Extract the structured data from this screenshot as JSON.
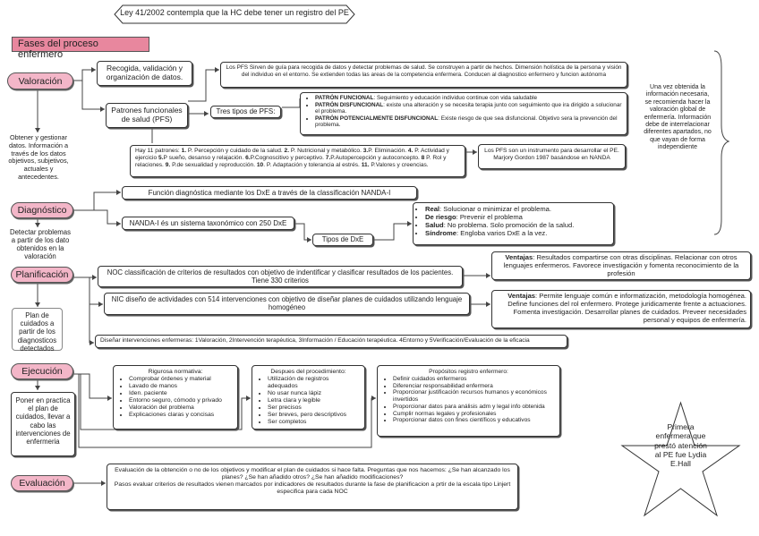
{
  "banner": "Ley 41/2002 contempla que la HC debe tener un registro del PE",
  "title": "Fases del proceso enfermero",
  "colors": {
    "pill": "#f3b6c8",
    "title_bg": "#e8879e",
    "line": "#444444"
  },
  "side_note": "Una vez obtenida la información necesaria, se recomienda hacer la valoración global de enfermería. Información debe de interrelacionar diferentes apartados, no que vayan de forma independiente",
  "star_note": "Primera enfermera que prestó atención al PE fue Lydia E.Hall",
  "valoracion": {
    "label": "Valoración",
    "desc": "Obtener y gestionar datos. Información a través de los datos objetivos, subjetivos, actuales y antecedentes.",
    "recogida": "Recogida, validación y organización de datos.",
    "pfs": "Patrones funcionales de salud (PFS)",
    "pfs_info": "Los PFS Sirven de guía para recogida de datos y detectar problemas de salud. Se construyen a partir de hechos. Dimensión holística de la persona y visión del individuo en el entorno. Se extienden todas las areas de la competencia enfermera. Conducen al diagnostico enfermero y funcion autónoma",
    "tres_tipos": "Tres tipos de PFS:",
    "tipos": [
      {
        "b": "PATRÓN FUNCIONAL",
        "t": ": Seguimiento y educación individuo continue con vida saludable"
      },
      {
        "b": "PATRÓN DISFUNCIONAL",
        "t": ": existe una alteración y se necesita terapia junto con seguimiento que ira dirigido a solucionar el problema."
      },
      {
        "b": "PATRÓN POTENCIALMENTE DISFUNCIONAL",
        "t": ": Existe riesgo de que sea disfuncional. Objetivo sera la prevención del problema."
      }
    ],
    "patrones_intro": "Hay 11 patrones: ",
    "patrones": [
      {
        "n": "1.",
        "t": " P. Percepción y cuidado de la salud. "
      },
      {
        "n": "2.",
        "t": " P. Nutricional y metabólico. "
      },
      {
        "n": "3.",
        "t": "P. Eliminación. "
      },
      {
        "n": "4.",
        "t": " P. Actividad y ejercicio "
      },
      {
        "n": "5.",
        "t": "P sueño, desanso y relajación. "
      },
      {
        "n": "6.",
        "t": "P.Cognoscitivo y perceptivo. "
      },
      {
        "n": "7.",
        "t": "P.Autopercepción y autoconcepto. "
      },
      {
        "n": "8",
        "t": " P. Rol y relaciones. "
      },
      {
        "n": "9.",
        "t": " P.de sexualidad y reproducción. "
      },
      {
        "n": "10",
        "t": ". P. Adaptación y tolerancia al estrés. "
      },
      {
        "n": "11.",
        "t": " P.Valores y creencias."
      }
    ],
    "gordon": "Los PFS son un instrumento para desarrollar el PE. Marjory Gordon 1987 basándose en NANDA"
  },
  "diagnostico": {
    "label": "Diagnóstico",
    "desc": "Detectar problemas a partir de los dato obtenidos en la valoración",
    "funcion": "Función diagnóstica mediante los DxE a través de la classificación NANDA-I",
    "nanda": "NANDA-I és un sistema taxonómico con 250 DxE",
    "tipos_label": "Tipos de DxE",
    "tipos": [
      {
        "b": "Real",
        "t": ": Solucionar o minimizar el problema."
      },
      {
        "b": "De riesgo",
        "t": ": Prevenir el problema"
      },
      {
        "b": "Salud",
        "t": ": No problema. Solo promoción de la salud."
      },
      {
        "b": "Síndrome",
        "t": ": Engloba varios DxE a la vez."
      }
    ]
  },
  "planificacion": {
    "label": "Planificación",
    "desc": "Plan de cuidados a partir de los diagnosticos detectados",
    "noc": "NOC classificación de criterios de resultados con objetivo de indentificar y clasificar resultados de los pacientes. Tiene 330 criterios",
    "noc_vent_b": "Ventajas",
    "noc_vent": ": Resultados compartirse con otras disciplinas. Relacionar con otros lenguajes enfermeros. Favorece investigación y fomenta reconocimiento de la profesión",
    "nic": "NIC diseño de actividades con 514 intervenciones con objetivo de diseñar planes de cuidados utilizando lenguaje homogéneo",
    "nic_vent_b": "Ventajas",
    "nic_vent": ": Permite lenguaje común e informatización, metodología homogénea. Define funciones del rol enfermero. Protege juridicamente frente a actuaciones. Fomenta investigación. Desarrollar planes de cuidados. Preveer necesidades personal y equipos de enfermería.",
    "disenar": "Diseñar intervenciones enfermeras: 1Valoración, 2Intervención terapéutica, 3Información / Educación terapéutica. 4Entorno y 5Verificación/Evaluación de la eficacia"
  },
  "ejecucion": {
    "label": "Ejecución",
    "desc": "Poner en practica el plan de cuidados, llevar a cabo las intervenciones de enfermeria",
    "rigurosa_title": "Rigurosa normativa:",
    "rigurosa": [
      "Comprobar órdenes y material",
      "Lavado de manos",
      "Iden. paciente",
      "Entorno seguro, cómodo y privado",
      "Valoración del problema",
      "Explicaciones claras y concisas"
    ],
    "despues_title": "Despues del procedimiento:",
    "despues": [
      "Utilización de registros adequados",
      "No usar nunca lápiz",
      "Letra clara y legible",
      "Ser precisos",
      "Ser breves, pero descriptivos",
      "Ser completos"
    ],
    "propositos_title": "Propósitos registro enfermero:",
    "propositos": [
      "Definir cuidados enfermeros",
      "Diferenciar responsabilidad enfermera",
      "Proporcionar justificación recursos humanos y económicos invertidos",
      "Proporcionar datos para análisis adm y legal info obtenida",
      "Cumplir normas legales y profesionales",
      "Proporcionar datos con fines científicos y educativos"
    ]
  },
  "evaluacion": {
    "label": "Evaluación",
    "text1": "Evaluación de la obtención o no de los objetivos y modificar el plan de cuidados si hace falta. Preguntas que nos hacemos: ¿Se han alcanzado los planes? ¿Se han añadido otros? ¿Se han añadido modificaciones?",
    "text2": "Pasos evaluar criterios de resultados vienen marcados por indicadores de resultados durante la fase de planificacion a prtir de la escala tipo Linjert especifica para cada NOC"
  }
}
